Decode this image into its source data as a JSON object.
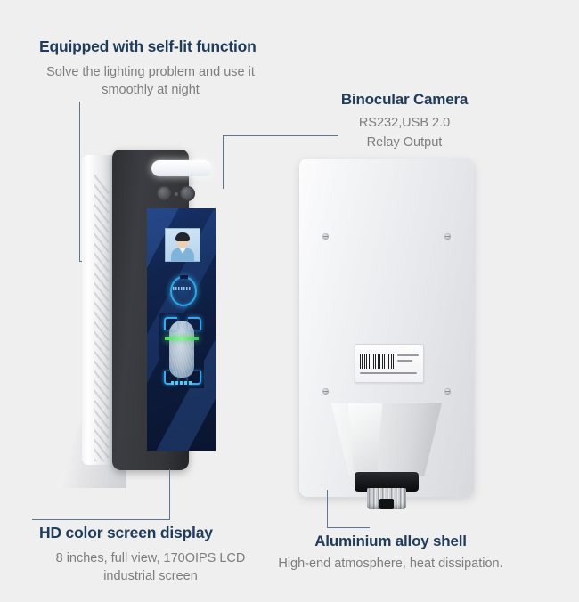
{
  "page": {
    "background_color": "#efefef",
    "heading_color": "#203c5c",
    "body_text_color": "#7d7d7d",
    "leader_line_color": "#5a7894"
  },
  "callouts": [
    {
      "id": "self-lit",
      "title": "Equipped with self-lit function",
      "body": "Solve the lighting problem and use it smoothly at night"
    },
    {
      "id": "binocular-camera",
      "title": "Binocular Camera",
      "body": "RS232,USB 2.0\nRelay Output",
      "body_line1": "RS232,USB 2.0",
      "body_line2": "Relay Output"
    },
    {
      "id": "hd-screen",
      "title": "HD color screen display",
      "body": "8 inches, full view, 170OIPS LCD industrial screen"
    },
    {
      "id": "aluminium-shell",
      "title": "Aluminium alloy shell",
      "body": "High-end atmosphere, heat dissipation."
    }
  ],
  "device_front": {
    "name": "face-recognition-terminal-front",
    "led_bar": "self-lit white light bar",
    "lenses": [
      "camera-lens-left",
      "camera-lens-right"
    ],
    "screen": {
      "id_photo": "portrait-thumbnail",
      "scan_ring": "face-detect-ring",
      "scan_panel": "face-scan-graphic",
      "scan_line_color": "#4cd964",
      "bracket_color": "#3aa9ef"
    }
  },
  "device_back": {
    "name": "face-recognition-terminal-back",
    "screws": 4,
    "label": "product-barcode-label",
    "bracket": "wall-mount-bracket",
    "connector": "threaded-cable-connector"
  }
}
